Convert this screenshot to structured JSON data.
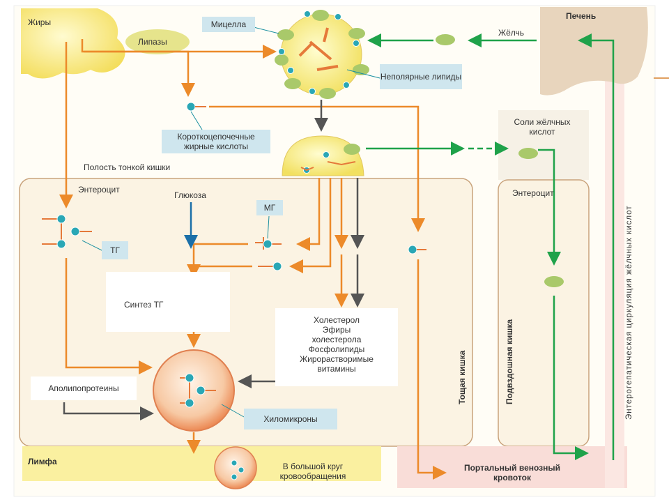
{
  "labels": {
    "fats": "Жиры",
    "lipases": "Липазы",
    "micelle": "Мицелла",
    "nonpolar_lipids": "Неполярные липиды",
    "bile": "Жёлчь",
    "liver": "Печень",
    "short_chain_fatty_acids": "Короткоцепочечные жирные кислоты",
    "small_intestine_cavity": "Полость тонкой кишки",
    "bile_acid_salts": "Соли жёлчных кислот",
    "enterocyte_left": "Энтероцит",
    "enterocyte_right": "Энтероцит",
    "glucose": "Глюкоза",
    "mg": "МГ",
    "tg": "ТГ",
    "tg_synthesis": "Синтез ТГ",
    "cholesterol_block": [
      "Холестерол",
      "Эфиры",
      "холестерола",
      "Фосфолипиды",
      "Жирорастворимые",
      "витамины"
    ],
    "apolipoproteins": "Аполипопротеины",
    "chylomicrons": "Хиломикроны",
    "lymph": "Лимфа",
    "systemic_circulation": "В большой круг кровообращения",
    "portal_blood": "Портальный венозный кровоток",
    "jejunum": "Тощая кишка",
    "ileum": "Подвздошная кишка",
    "enterohepatic": "Энтерогепатическая циркуляция жёлчных кислот"
  },
  "colors": {
    "fat_yellow": "#f7e97a",
    "enterocyte_fill": "#fbf4e4",
    "enterocyte_stroke": "#c9a37c",
    "liver": "#e8d5bd",
    "label_box": "#cfe6ee",
    "arrow_orange": "#ec8a2a",
    "arrow_green": "#1fa24a",
    "arrow_gray": "#555555",
    "arrow_blue": "#1b6fa8",
    "lymph_band": "#faf0a0",
    "portal_band": "#f9ddd8",
    "droplet_green": "#a9c96a",
    "molecule_teal": "#2aa7b5"
  }
}
